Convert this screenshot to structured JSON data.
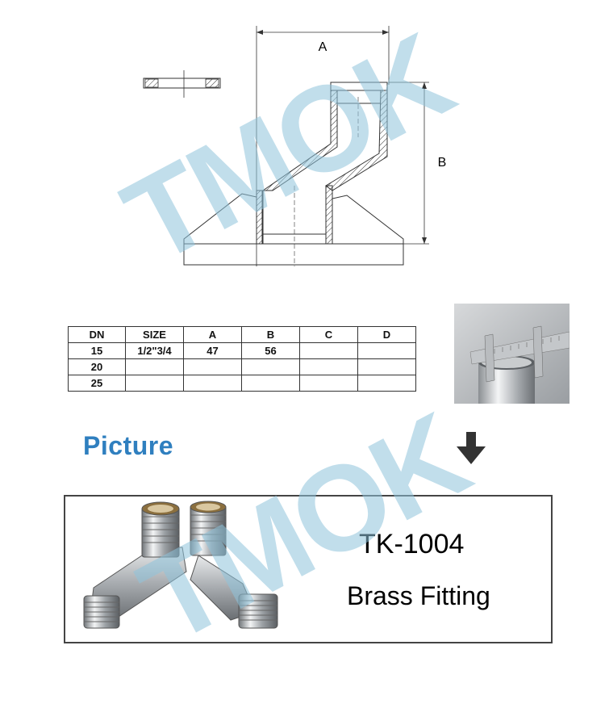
{
  "drawing": {
    "dim_a_label": "A",
    "dim_b_label": "B"
  },
  "table": {
    "headers": [
      "DN",
      "SIZE",
      "A",
      "B",
      "C",
      "D"
    ],
    "rows": [
      [
        "15",
        "1/2\"3/4",
        "47",
        "56",
        "",
        ""
      ],
      [
        "20",
        "",
        "",
        "",
        "",
        ""
      ],
      [
        "25",
        "",
        "",
        "",
        "",
        ""
      ]
    ]
  },
  "picture_heading": "Picture",
  "product": {
    "model": "TK-1004",
    "name": "Brass Fitting"
  },
  "watermark": {
    "text": "TMOK",
    "color": "#8fc4dc"
  },
  "colors": {
    "heading_blue": "#2f7fbf"
  }
}
